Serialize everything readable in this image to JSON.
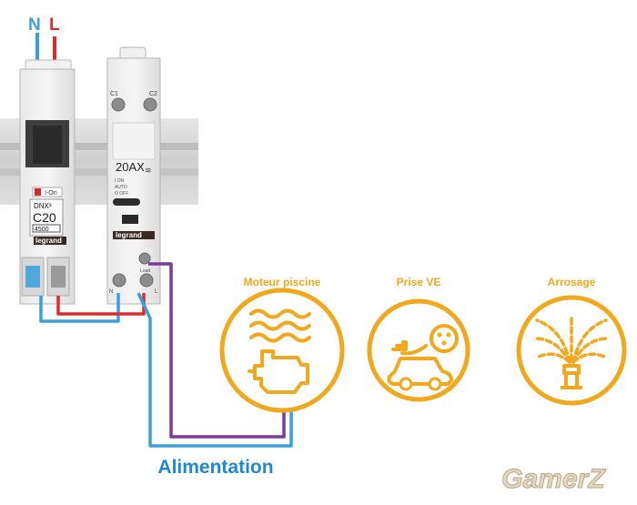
{
  "wires": {
    "neutral_label": "N",
    "live_label": "L"
  },
  "colors": {
    "neutral": "#3aa0dc",
    "live": "#e02a2a",
    "load": "#7d3a95",
    "accent": "#f2a81d",
    "brand": "#3a2a26",
    "text_blue": "#1e88d6"
  },
  "breaker": {
    "model": "DNX³",
    "rating": "C20",
    "capacity": "4500",
    "switch_label": "I-On",
    "brand": "legrand"
  },
  "contactor": {
    "terminal_c1": "C1",
    "terminal_c2": "C2",
    "rating": "20AX",
    "mode_on": "I ON",
    "mode_auto": "AUTO",
    "mode_off": "O OFF",
    "terminal_load": "Load",
    "terminal_n": "N",
    "terminal_l": "L",
    "brand": "legrand"
  },
  "applications": [
    {
      "label": "Moteur piscine",
      "icon": "engine-waves-icon"
    },
    {
      "label": "Prise VE",
      "icon": "electric-car-plug-icon"
    },
    {
      "label": "Arrosage",
      "icon": "sprinkler-icon"
    }
  ],
  "supply_label": "Alimentation",
  "watermark": "GamerZ"
}
